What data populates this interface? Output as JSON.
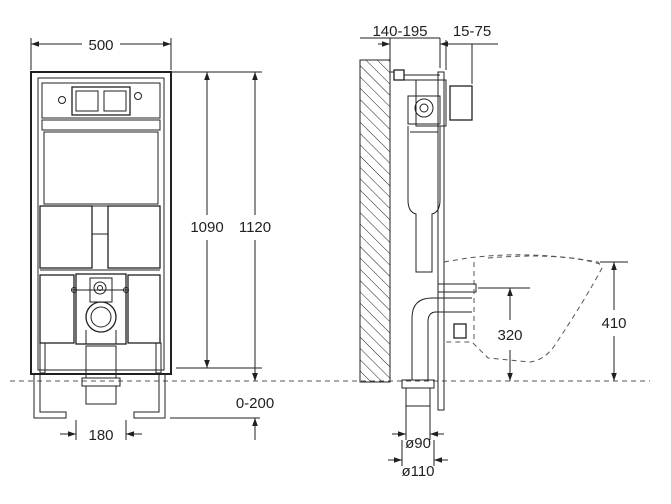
{
  "labels": {
    "width_500": "500",
    "height_1090": "1090",
    "height_1120": "1120",
    "range_0_200": "0-200",
    "spacing_180": "180",
    "depth_140_195": "140-195",
    "depth_15_75": "15-75",
    "height_320": "320",
    "height_410": "410",
    "dia_90": "ø90",
    "dia_110": "ø110"
  },
  "colors": {
    "line": "#231f20",
    "hatch": "#231f20",
    "dashed": "#555555",
    "background": "#ffffff"
  }
}
